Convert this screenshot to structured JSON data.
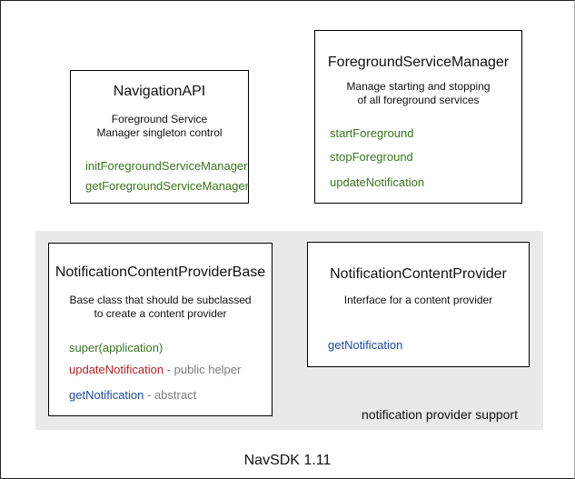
{
  "palette": {
    "method_green": "#38761d",
    "method_red": "#b22222",
    "method_blue": "#1b4a9b",
    "suffix_gray": "#7a7a7a",
    "panel_bg": "#e9e9e9",
    "ink": "#111111"
  },
  "navigation_api": {
    "title": "NavigationAPI",
    "description_lines": [
      "Foreground Service",
      "Manager singleton control"
    ],
    "methods": [
      {
        "label": "initForegroundServiceManager",
        "color": "#38761d"
      },
      {
        "label": "getForegroundServiceManager",
        "color": "#38761d"
      }
    ]
  },
  "foreground_service_manager": {
    "title": "ForegroundServiceManager",
    "description_lines": [
      "Manage starting and stopping",
      "of all foreground services"
    ],
    "methods": [
      {
        "label": "startForeground",
        "color": "#38761d"
      },
      {
        "label": "stopForeground",
        "color": "#38761d"
      },
      {
        "label": "updateNotification",
        "color": "#38761d"
      }
    ]
  },
  "notification_content_provider_base": {
    "title": "NotificationContentProviderBase",
    "description_lines": [
      "Base class that should be subclassed",
      "to create a content provider"
    ],
    "methods": [
      {
        "label": "super(application)",
        "color": "#38761d",
        "suffix": ""
      },
      {
        "label": "updateNotification",
        "color": "#b22222",
        "suffix": " - public helper"
      },
      {
        "label": "getNotification",
        "color": "#1b4a9b",
        "suffix": " - abstract"
      }
    ]
  },
  "notification_content_provider": {
    "title": "NotificationContentProvider",
    "description_lines": [
      "Interface for a content provider"
    ],
    "methods": [
      {
        "label": "getNotification",
        "color": "#1b4a9b"
      }
    ]
  },
  "panel_caption": "notification provider support",
  "footer": "NavSDK 1.11"
}
